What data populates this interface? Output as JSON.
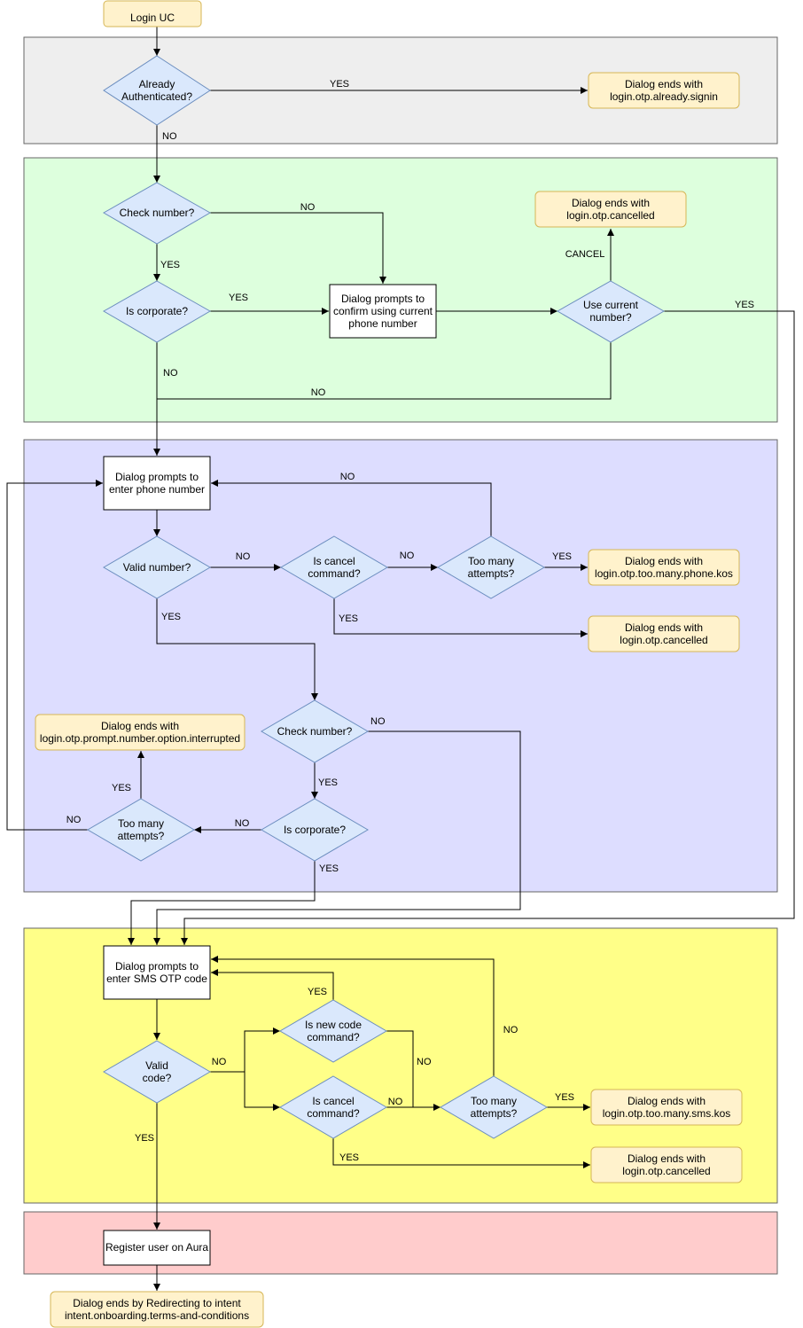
{
  "colors": {
    "lane_gray": "#eeeeee",
    "lane_green": "#ddffdd",
    "lane_blue": "#ddddff",
    "lane_yellow": "#ffff88",
    "lane_red": "#ffcccc",
    "terminal_fill": "#fff2cc",
    "terminal_stroke": "#d6b656",
    "decision_fill": "#dae8fc",
    "decision_stroke": "#6c8ebf"
  },
  "nodes": {
    "login_uc": [
      "Login UC"
    ],
    "already_auth": [
      "Already",
      "Authenticated?"
    ],
    "end_already_signin": [
      "Dialog ends with",
      "login.otp.already.signin"
    ],
    "check_number_1": [
      "Check number?"
    ],
    "end_cancelled_1": [
      "Dialog ends with",
      "login.otp.cancelled"
    ],
    "is_corporate_1": [
      "Is corporate?"
    ],
    "confirm_current": [
      "Dialog prompts to",
      "confirm using current",
      "phone number"
    ],
    "use_current": [
      "Use current",
      "number?"
    ],
    "enter_phone": [
      "Dialog prompts to",
      "enter phone number"
    ],
    "valid_number": [
      "Valid number?"
    ],
    "is_cancel_1": [
      "Is cancel",
      "command?"
    ],
    "too_many_1": [
      "Too many",
      "attempts?"
    ],
    "end_too_many_phone": [
      "Dialog ends with",
      "login.otp.too.many.phone.kos"
    ],
    "end_cancelled_2": [
      "Dialog ends with",
      "login.otp.cancelled"
    ],
    "end_interrupted": [
      "Dialog ends with",
      "login.otp.prompt.number.option.interrupted"
    ],
    "check_number_2": [
      "Check number?"
    ],
    "too_many_2": [
      "Too many",
      "attempts?"
    ],
    "is_corporate_2": [
      "Is corporate?"
    ],
    "enter_sms": [
      "Dialog prompts to",
      "enter SMS OTP code"
    ],
    "is_new_code": [
      "Is new code",
      "command?"
    ],
    "valid_code": [
      "Valid",
      "code?"
    ],
    "is_cancel_2": [
      "Is cancel",
      "command?"
    ],
    "too_many_3": [
      "Too many",
      "attempts?"
    ],
    "end_too_many_sms": [
      "Dialog ends with",
      "login.otp.too.many.sms.kos"
    ],
    "end_cancelled_3": [
      "Dialog ends with",
      "login.otp.cancelled"
    ],
    "register_user": [
      "Register user on Aura"
    ],
    "end_redirect": [
      "Dialog ends by Redirecting to intent",
      "intent.onboarding.terms-and-conditions"
    ]
  },
  "edge_labels": {
    "auth_yes": "YES",
    "auth_no": "NO",
    "check1_no": "NO",
    "check1_yes": "YES",
    "corp1_yes": "YES",
    "corp1_no": "NO",
    "use_cancel": "CANCEL",
    "use_yes": "YES",
    "use_no": "NO",
    "valid_no": "NO",
    "valid_yes": "YES",
    "cancel1_no": "NO",
    "cancel1_yes": "YES",
    "toomany1_yes": "YES",
    "toomany1_no": "NO",
    "check2_no": "NO",
    "check2_yes": "YES",
    "corp2_no": "NO",
    "corp2_yes": "YES",
    "toomany2_yes": "YES",
    "toomany2_no": "NO",
    "newcode_yes": "YES",
    "newcode_no": "NO",
    "validcode_no": "NO",
    "validcode_yes": "YES",
    "cancel2_no": "NO",
    "cancel2_yes": "YES",
    "toomany3_yes": "YES",
    "toomany3_no": "NO"
  }
}
